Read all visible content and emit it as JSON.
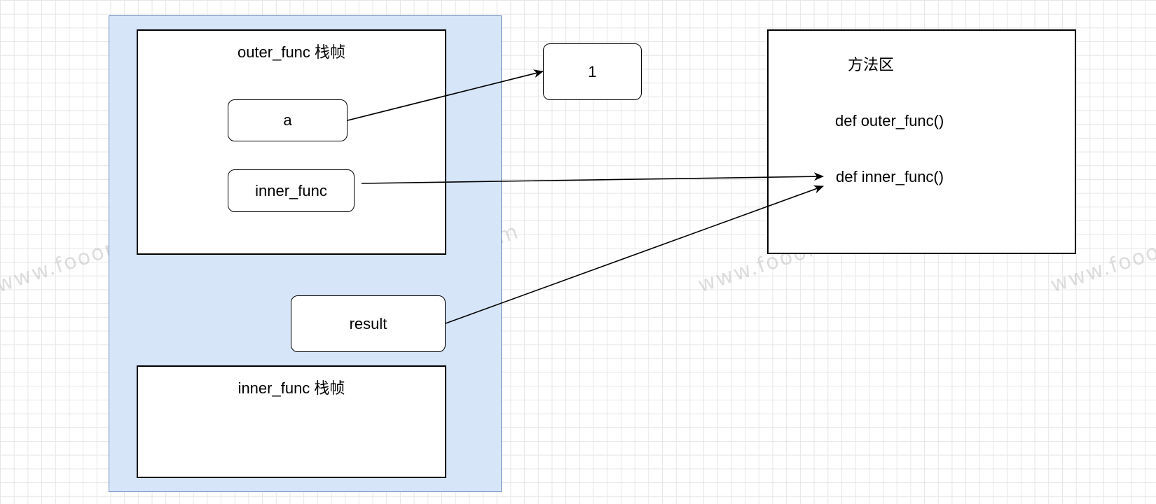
{
  "stack": {
    "outer_frame_title": "outer_func 栈帧",
    "var_a": "a",
    "var_inner_func": "inner_func",
    "var_result": "result",
    "inner_frame_title": "inner_func 栈帧"
  },
  "heap": {
    "value_one": "1"
  },
  "method_area": {
    "title": "方法区",
    "def_outer": "def outer_func()",
    "def_inner": "def inner_func()"
  },
  "watermark": "www.fooor.com",
  "colors": {
    "stack_fill": "#d6e5f8",
    "stack_border": "#6c8ebf",
    "grid": "#e6e6e6"
  }
}
